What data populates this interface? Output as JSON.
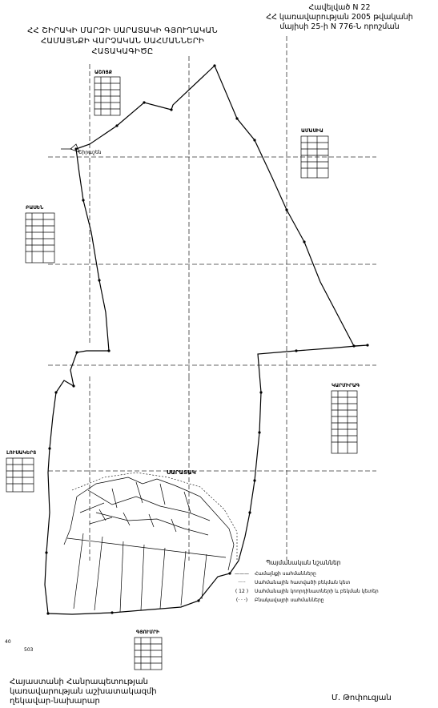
{
  "annex": {
    "line1": "Հավելված N 22",
    "line2": "ՀՀ կառավարության 2005 թվականի",
    "line3": "մայիսի 25-ի N 776-Ն որոշման"
  },
  "title": {
    "line1": "ՀՀ ՇԻՐԱԿԻ ՄԱՐԶԻ ՍԱՐԱՏԱԿԻ ԳՅՈՒՂԱԿԱՆ",
    "line2": "ՀԱՄԱՅՆՔԻ ՎԱՐՉԱԿԱՆ ՍԱՀՄԱՆՆԵՐԻ",
    "line3": "ՀԱՏԱԿԱԳԻԾԸ"
  },
  "map_labels": {
    "neighbor_top": "ԱՇՈՑՔ",
    "neighbor_right": "ԱՄԱՍԻԱ",
    "neighbor_left": "ԲԱՍԵՆ",
    "neighbor_right_lower": "ԿԱՐՄԻՐԱԳ",
    "neighbor_left_lower": "ԼՈՒՍԱԿԵՐՏ",
    "neighbor_bottom": "ԳՅՈՒՄՐԻ",
    "settlement": "ՍԱՐԱՏԱԿ",
    "point_name": "Շիրաշեն"
  },
  "legend": {
    "title": "Պայմանական նշաններ",
    "items": [
      {
        "symbol": "———",
        "text": "Համայնքի սահմանները"
      },
      {
        "symbol": "·····",
        "text": "Սահմանային հատվածի բեկման կետ"
      },
      {
        "symbol": "( 12 )",
        "text": "Սահմանային կոորդինատների և բեկման կետեր"
      },
      {
        "symbol": "(· · ·)",
        "text": "Բնակավայրի սահմանները"
      }
    ]
  },
  "footer": {
    "left_line1": "Հայաստանի Հանրապետության",
    "left_line2": "կառավարության աշխատակազմի",
    "left_line3": "ղեկավար-նախարար",
    "signature": "Մ. Թոփուզյան"
  },
  "sheet_number": "503",
  "side_number": "40"
}
